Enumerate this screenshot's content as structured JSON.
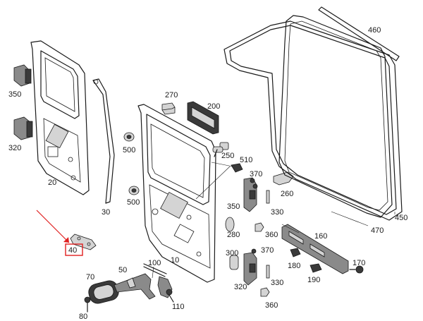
{
  "colors": {
    "line": "#1a1a1a",
    "highlight": "#e02020",
    "part_fill": "#8a8a8a",
    "light_fill": "#d4d4d4"
  },
  "highlighted_part": "40",
  "labels": {
    "p20": "20",
    "p30": "30",
    "p40": "40",
    "p50": "50",
    "p70": "70",
    "p80": "80",
    "p100": "100",
    "p10": "10",
    "p110": "110",
    "p160": "160",
    "p170": "170",
    "p180": "180",
    "p190": "190",
    "p200": "200",
    "p250": "250",
    "p260": "260",
    "p270": "270",
    "p280": "280",
    "p300": "300",
    "p320": "320",
    "p330a": "330",
    "p330b": "330",
    "p350a": "350",
    "p350b": "350",
    "p360a": "360",
    "p360b": "360",
    "p370a": "370",
    "p370b": "370",
    "p450": "450",
    "p460": "460",
    "p470": "470",
    "p500a": "500",
    "p500b": "500",
    "p510": "510"
  }
}
